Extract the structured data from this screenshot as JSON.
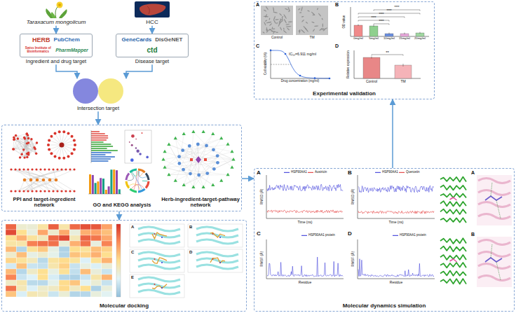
{
  "diagram": {
    "nodes": [
      {
        "text": [
          "Taraxacum mongolicum"
        ]
      },
      {
        "text": [
          "HCC"
        ]
      },
      {
        "text": [
          "HERB",
          "PubChem",
          "Swiss Institute of Bioinformatics",
          "PharmMapper",
          "Ingredient and drug target"
        ]
      },
      {
        "text": [
          "GeneCards",
          "DisGeNET",
          "ctd",
          "Disease target"
        ]
      },
      {
        "text": [
          "Intersection target"
        ]
      },
      {
        "text": [
          "PPI and target-ingredient network",
          "GO and KEGG analysis",
          "Herb-ingredient-target-pathway network"
        ]
      },
      {
        "text": [
          "Molecular docking"
        ]
      },
      {
        "text": [
          "Molecular dynamics simulation"
        ]
      },
      {
        "text": [
          "Experimental validation"
        ]
      }
    ],
    "edges": [
      {
        "from": 0,
        "to": 2,
        "arrow": "to"
      },
      {
        "from": 1,
        "to": 3,
        "arrow": "to"
      },
      {
        "from": 2,
        "to": 4,
        "arrow": "to"
      },
      {
        "from": 3,
        "to": 4,
        "arrow": "to"
      },
      {
        "from": 4,
        "to": 5,
        "arrow": "to"
      },
      {
        "from": 5,
        "to": 6,
        "arrow": "to"
      },
      {
        "from": 5,
        "to": 7,
        "arrow": "to"
      },
      {
        "from": 7,
        "to": 8,
        "arrow": "to"
      }
    ],
    "labels": [
      "A",
      "B",
      "C",
      "D",
      "E",
      "A",
      "HSP90AA1",
      "Austricin",
      "B",
      "HSP90AA1",
      "Quercetin",
      "RMSD (Å)",
      "Time (ns)",
      "RMSD (Å)",
      "Time (ns)",
      "C",
      "D",
      "HSP90AA1 protein",
      "HSP90AA1 protein",
      "RMSF (Å)",
      "Residue",
      "RMSF (Å)",
      "Residue",
      "A",
      "B",
      "A",
      "Control",
      "TM",
      "B",
      "OD value",
      "****",
      "****",
      "****",
      "****",
      "****",
      "0mg/ml",
      "5mg/ml",
      "10mg/ml",
      "15mg/ml",
      "20mg/ml",
      "C",
      "IC₅₀=6.911 mg/ml",
      "Cell viability (%)",
      "Drug concentration (mg/ml)",
      "D",
      "**",
      "Control",
      "TM",
      "Relative expression"
    ]
  }
}
